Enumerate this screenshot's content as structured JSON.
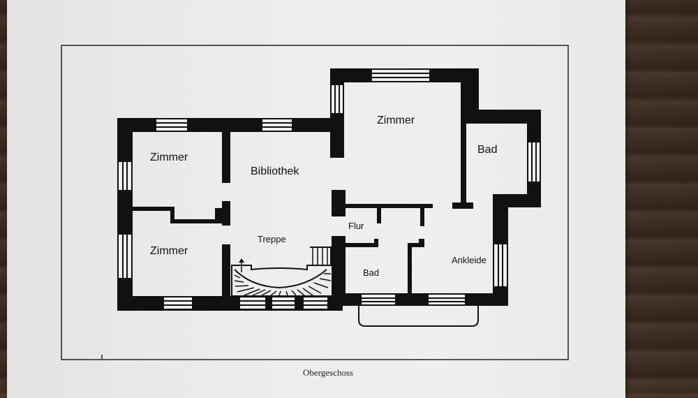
{
  "plan": {
    "rooms": [
      {
        "id": "zimmer-1",
        "label": "Zimmer"
      },
      {
        "id": "bibliothek",
        "label": "Bibliothek"
      },
      {
        "id": "zimmer-big",
        "label": "Zimmer"
      },
      {
        "id": "bad-1",
        "label": "Bad"
      },
      {
        "id": "flur",
        "label": "Flur"
      },
      {
        "id": "treppe",
        "label": "Treppe"
      },
      {
        "id": "zimmer-2",
        "label": "Zimmer"
      },
      {
        "id": "bad-2",
        "label": "Bad"
      },
      {
        "id": "ankleide",
        "label": "Ankleide"
      }
    ]
  },
  "caption": "Obergeschoss",
  "colors": {
    "wall": "#111111",
    "paper": "#ececec",
    "desk": "#4a3526"
  }
}
